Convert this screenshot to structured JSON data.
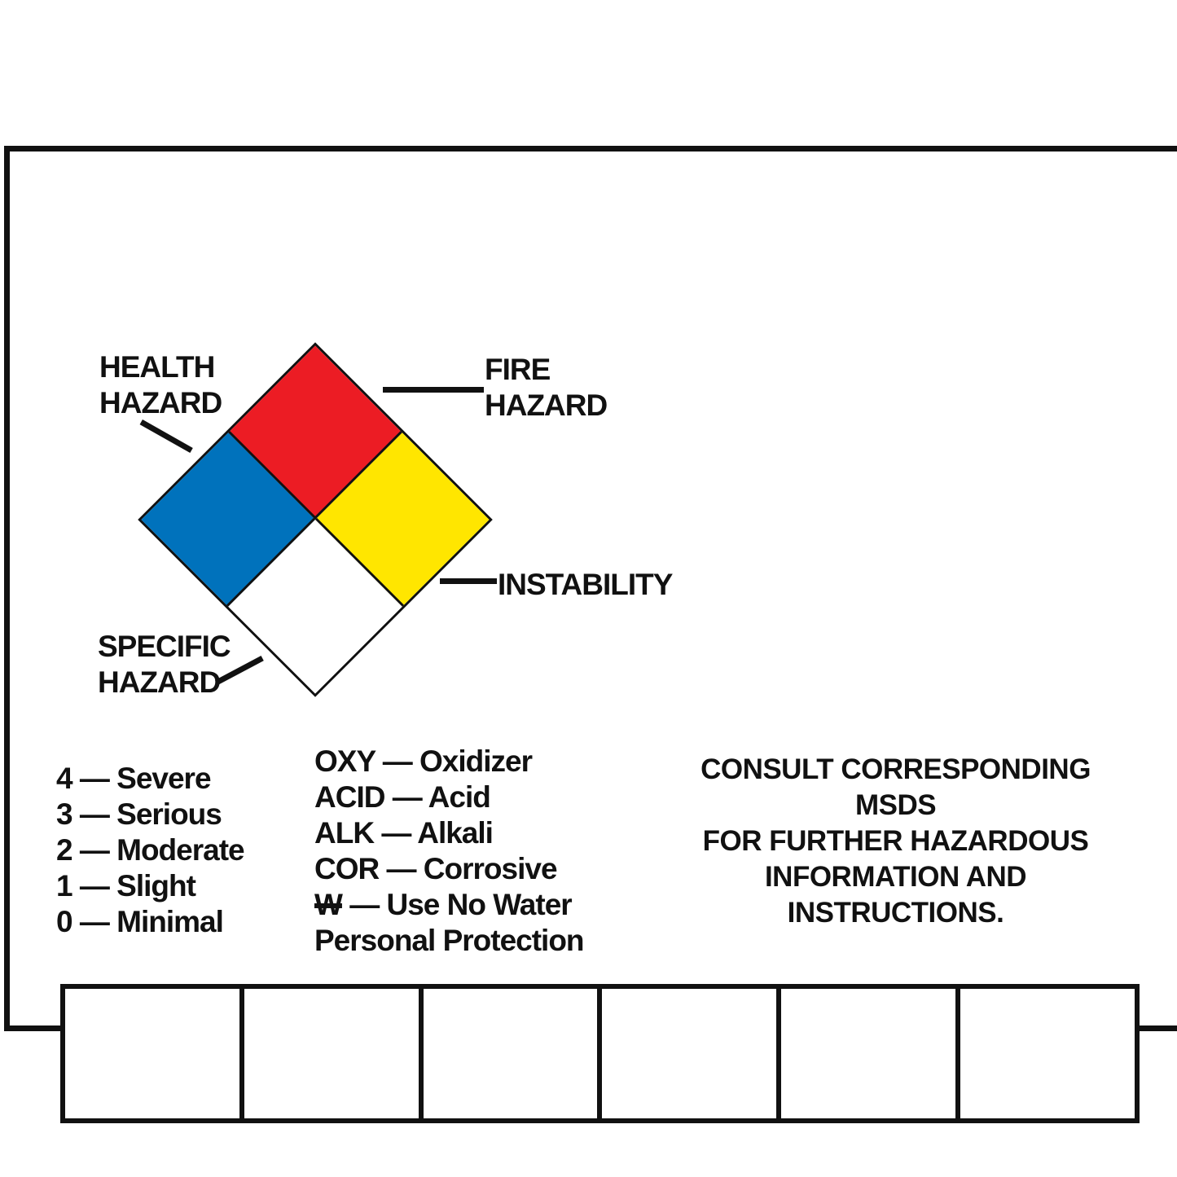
{
  "colors": {
    "fire_red": "#EC1C24",
    "health_blue": "#0072BC",
    "instability_yellow": "#FFE600",
    "specific_white": "#FFFFFF",
    "line_black": "#111111"
  },
  "diamond_callouts": {
    "health": {
      "line1": "HEALTH",
      "line2": "HAZARD"
    },
    "fire": {
      "line1": "FIRE",
      "line2": "HAZARD"
    },
    "instability": {
      "label": "INSTABILITY"
    },
    "specific": {
      "line1": "SPECIFIC",
      "line2": "HAZARD"
    }
  },
  "severity_scale": {
    "items": [
      "4 — Severe",
      "3 — Serious",
      "2 — Moderate",
      "1 — Slight",
      "0 — Minimal"
    ]
  },
  "hazard_codes": {
    "items": [
      {
        "abbr": "OXY",
        "rest": " — Oxidizer"
      },
      {
        "abbr": "ACID",
        "rest": " — Acid"
      },
      {
        "abbr": "ALK",
        "rest": " — Alkali"
      },
      {
        "abbr": "COR",
        "rest": " — Corrosive"
      },
      {
        "abbr": "W",
        "rest": " — Use No Water",
        "struck": true
      }
    ],
    "footer": "Personal Protection"
  },
  "consult_note": {
    "lines": [
      "CONSULT CORRESPONDING MSDS",
      "FOR FURTHER HAZARDOUS",
      "INFORMATION AND INSTRUCTIONS."
    ]
  },
  "write_in_boxes": {
    "count": 6
  }
}
